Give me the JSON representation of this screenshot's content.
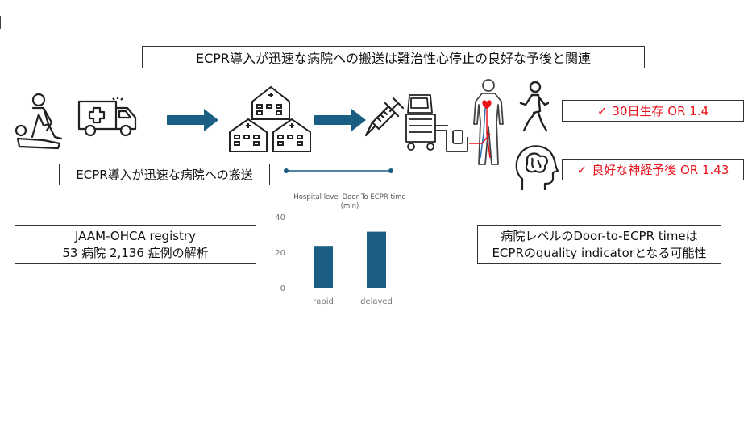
{
  "title": "ECPR導入が迅速な病院への搬送は難治性心停止の良好な予後と関連",
  "subtitle_left": "ECPR導入が迅速な病院への搬送",
  "registry": {
    "line1": "JAAM-OHCA registry",
    "line2": "53 病院 2,136 症例の解析"
  },
  "quality": {
    "line1": "病院レベルのDoor-to-ECPR timeは",
    "line2": "ECPRのquality indicatorとなる可能性"
  },
  "results": [
    {
      "check": "✓",
      "text": "30日生存 OR 1.4"
    },
    {
      "check": "✓",
      "text": "良好な神経予後 OR 1.43"
    }
  ],
  "colors": {
    "accent": "#1a5e83",
    "result_red": "#e8121b"
  },
  "icons": [
    "cpr-icon",
    "ambulance-icon",
    "arrow-right-icon",
    "hospitals-icon",
    "arrow-right-icon",
    "syringe-icon",
    "ecmo-machine-icon",
    "body-circulation-icon",
    "walking-person-icon",
    "brain-head-icon"
  ],
  "chart_data": {
    "type": "bar",
    "title": "Hospital level Door To ECPR time (min)",
    "categories": [
      "rapid",
      "delayed"
    ],
    "values": [
      24,
      32
    ],
    "ylim": [
      0,
      40
    ],
    "yticks": [
      0,
      20,
      40
    ],
    "grid": false,
    "color": "#1a5e83"
  }
}
